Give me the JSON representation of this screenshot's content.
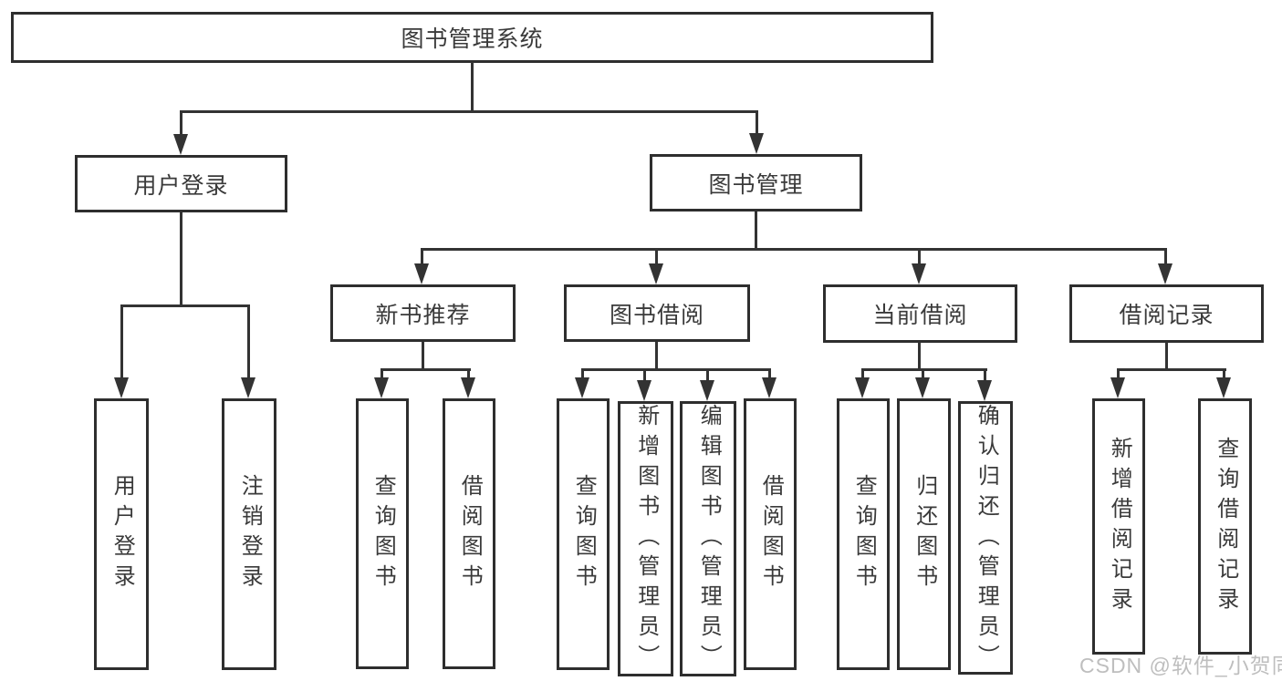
{
  "diagram": {
    "root": {
      "label": "图书管理系统",
      "children": [
        {
          "label": "用户登录",
          "children": [
            {
              "label": "用户登录"
            },
            {
              "label": "注销登录"
            }
          ]
        },
        {
          "label": "图书管理",
          "children": [
            {
              "label": "新书推荐",
              "children": [
                {
                  "label": "查询图书"
                },
                {
                  "label": "借阅图书"
                }
              ]
            },
            {
              "label": "图书借阅",
              "children": [
                {
                  "label": "查询图书"
                },
                {
                  "label": "新增图书（管理员）"
                },
                {
                  "label": "编辑图书（管理员）"
                },
                {
                  "label": "借阅图书"
                }
              ]
            },
            {
              "label": "当前借阅",
              "children": [
                {
                  "label": "查询图书"
                },
                {
                  "label": "归还图书"
                },
                {
                  "label": "确认归还（管理员）"
                }
              ]
            },
            {
              "label": "借阅记录",
              "children": [
                {
                  "label": "新增借阅记录"
                },
                {
                  "label": "查询借阅记录"
                }
              ]
            }
          ]
        }
      ]
    }
  },
  "watermark": {
    "text": "CSDN @软件_小贺同学"
  },
  "colors": {
    "line": "#333333",
    "border": "#2e2e2e",
    "text": "#3a3a3a",
    "background": "#ffffff",
    "watermark": "#b8b8b8"
  }
}
